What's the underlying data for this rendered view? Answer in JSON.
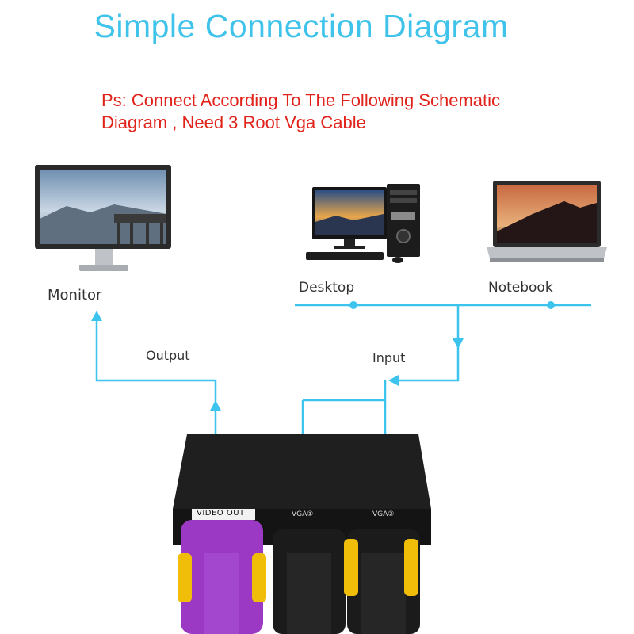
{
  "title": "Simple Connection Diagram",
  "note": {
    "line1": "Ps: Connect According To The Following Schematic",
    "line2": "Diagram , Need 3 Root Vga Cable"
  },
  "labels": {
    "monitor": "Monitor",
    "desktop": "Desktop",
    "notebook": "Notebook",
    "output": "Output",
    "input": "Input"
  },
  "ports": {
    "video_out": "VIDEO OUT",
    "vga_1": "VGA①",
    "vga_2": "VGA②"
  },
  "colors": {
    "title": "#3fc3ea",
    "note": "#e0231b",
    "line": "#3cc4ee",
    "cable_output": "#a23ec8",
    "cable_input_1": "#1a1a1a",
    "cable_input_2": "#1a1a1a",
    "connector_thumbscrew": "#f2c20a"
  },
  "icons": [
    "monitor-icon",
    "desktop-pc-icon",
    "notebook-icon",
    "vga-switch-box-icon"
  ]
}
